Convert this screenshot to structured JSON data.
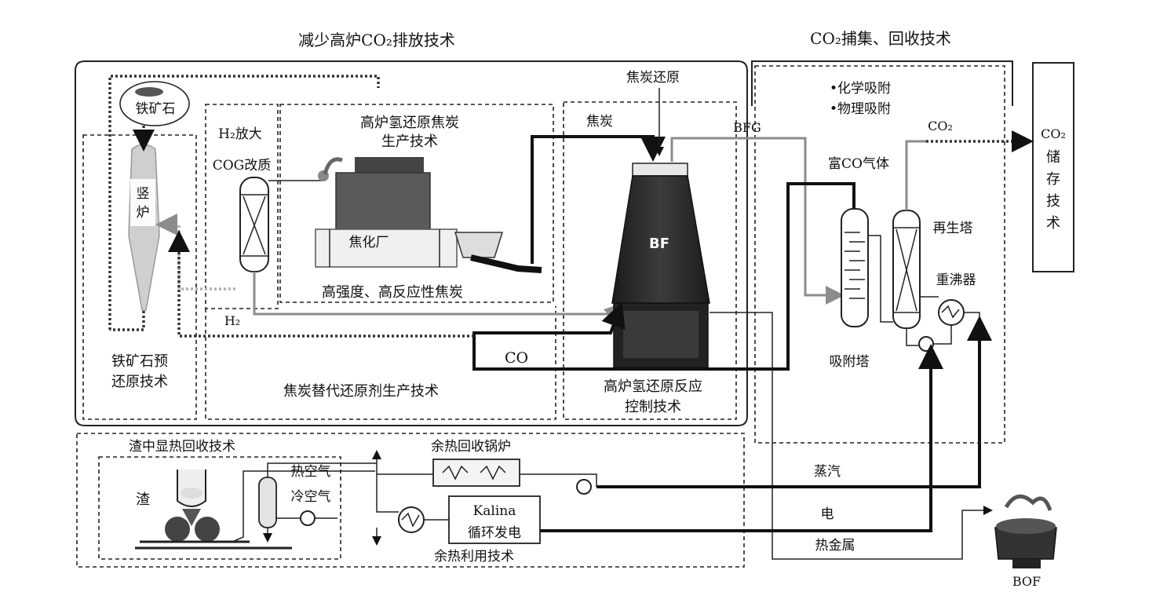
{
  "labels": {
    "reduce_co2": "减少高炉CO₂排放技术",
    "co2_capture": "CO₂捕集、回收技术",
    "iron_ore": "铁矿石",
    "shaft_furnace_1": "竖",
    "shaft_furnace_2": "炉",
    "h2_amplify": "H₂放大",
    "cog_reform": "COG改质",
    "h2_coke_1": "高炉氢还原焦炭",
    "h2_coke_2": "生产技术",
    "coking_plant": "焦化厂",
    "high_coke": "高强度、高反应性焦炭",
    "h2_label": "H₂",
    "coke_reduction": "焦炭还原",
    "coke": "焦炭",
    "bf": "BF",
    "bfg": "BFG",
    "co": "CO",
    "ore_prered_1": "铁矿石预",
    "ore_prered_2": "还原技术",
    "coke_sub": "焦炭替代还原剂生产技术",
    "bf_h2_ctrl_1": "高炉氢还原反应",
    "bf_h2_ctrl_2": "控制技术",
    "chem_ads": "•化学吸附",
    "phys_ads": "•物理吸附",
    "co2_label": "CO₂",
    "rich_co": "富CO气体",
    "regen_tower": "再生塔",
    "reboiler": "重沸器",
    "ads_tower": "吸附塔",
    "co2_storage": [
      "CO₂",
      "储",
      "存",
      "技",
      "术"
    ],
    "slag_heat": "渣中显热回收技术",
    "slag": "渣",
    "hot_air": "热空气",
    "cold_air": "冷空气",
    "waste_boiler": "余热回收锅炉",
    "kalina_1": "Kalina",
    "kalina_2": "循环发电",
    "waste_use": "余热利用技术",
    "steam": "蒸汽",
    "electricity": "电",
    "hot_metal": "热金属",
    "bof": "BOF"
  },
  "colors": {
    "line": "#111111",
    "gray_pipe": "#8c8c8c",
    "furnace_dark": "#2b2b2b",
    "furnace_mid": "#4a4a4a"
  }
}
